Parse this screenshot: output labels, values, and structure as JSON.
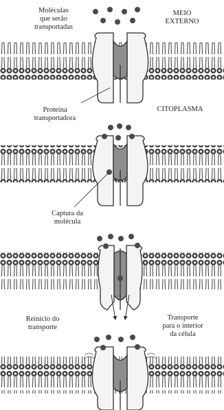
{
  "labels": {
    "molecules_line1": "Moléculas",
    "molecules_line2": "que serão",
    "molecules_line3": "transportadas",
    "outside_line1": "MEIO",
    "outside_line2": "EXTERNO",
    "protein_line1": "Proteína",
    "protein_line2": "transportadora",
    "cytoplasm": "CITOPLASMA",
    "capture_line1": "Captura da",
    "capture_line2": "molécula",
    "restart_line1": "Reinício do",
    "restart_line2": "transporte",
    "inside_line1": "Transporte",
    "inside_line2": "para o interior",
    "inside_line3": "da célula"
  },
  "colors": {
    "membrane_dark": "#3a3a3a",
    "membrane_light": "#ececec",
    "protein_fill": "#f4f4f4",
    "channel_fill": "#8e8e8e",
    "molecule_fill": "#4a4a4a"
  }
}
